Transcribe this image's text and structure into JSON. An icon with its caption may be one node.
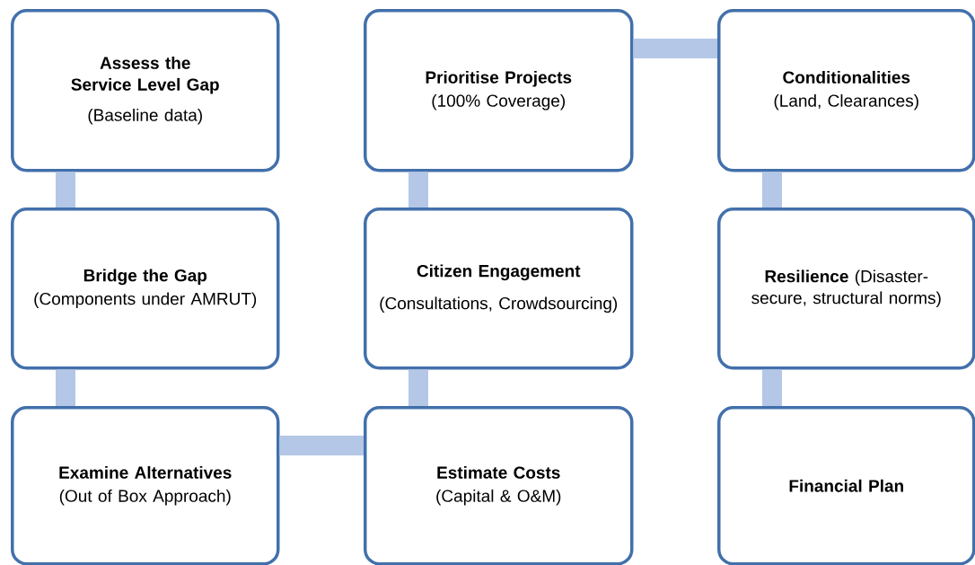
{
  "diagram": {
    "nodes": [
      {
        "text": [
          "Assess the Service Level Gap",
          "(Baseline data)"
        ]
      },
      {
        "text": [
          "Prioritise Projects",
          "(100% Coverage)"
        ]
      },
      {
        "text": [
          "Conditionalities",
          "(Land, Clearances)"
        ]
      },
      {
        "text": [
          "Bridge the Gap",
          "(Components under AMRUT)"
        ]
      },
      {
        "text": [
          "Citizen Engagement",
          "(Consultations, Crowdsourcing)"
        ]
      },
      {
        "text": [
          "**Resilience** (Disaster-secure, structural norms)"
        ]
      },
      {
        "text": [
          "Examine Alternatives",
          "(Out of Box Approach)"
        ]
      },
      {
        "text": [
          "Estimate Costs",
          "(Capital & O&M)"
        ]
      },
      {
        "text": [
          "Financial Plan"
        ]
      }
    ],
    "edges": [
      {
        "from": 0,
        "to": 3,
        "arrow": "none"
      },
      {
        "from": 3,
        "to": 6,
        "arrow": "none"
      },
      {
        "from": 6,
        "to": 7,
        "arrow": "none"
      },
      {
        "from": 7,
        "to": 4,
        "arrow": "none"
      },
      {
        "from": 4,
        "to": 1,
        "arrow": "none"
      },
      {
        "from": 1,
        "to": 2,
        "arrow": "none"
      },
      {
        "from": 2,
        "to": 5,
        "arrow": "none"
      },
      {
        "from": 5,
        "to": 8,
        "arrow": "none"
      }
    ]
  }
}
